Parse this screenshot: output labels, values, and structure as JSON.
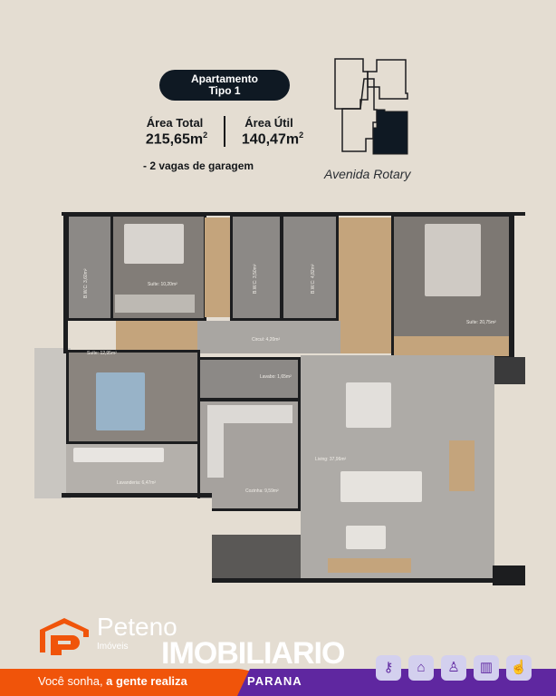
{
  "header": {
    "badge_line1": "Apartamento",
    "badge_line2": "Tipo 1",
    "area_total_label": "Área Total",
    "area_total_value": "215,65m",
    "area_util_label": "Área Útil",
    "area_util_value": "140,47m",
    "unit_sup": "2",
    "garage": "- 2 vagas de garagem",
    "street": "Avenida Rotary"
  },
  "rooms": {
    "bwc1": "B.W.C: 3,60m²",
    "suite1": "Suíte: 10,20m²",
    "bwc2": "B.W.C: 3,50m²",
    "bwc3": "B.W.C: 4,82m²",
    "suite_master": "Suíte: 20,75m²",
    "circul": "Circul: 4,20m²",
    "suite2": "Suíte: 12,95m²",
    "lavabo": "Lavabo: 1,65m²",
    "lavanderia": "Lavanderia: 6,47m²",
    "cozinha": "Cozinha: 9,59m²",
    "living": "Living: 37,96m²"
  },
  "footer": {
    "brand": "Peteno",
    "brand_sub": "Imóveis",
    "slogan_regular": "Você sonha, ",
    "slogan_bold": "a gente realiza",
    "imobiliario": "IMOBILIARIO",
    "region": "PARANA"
  },
  "icons": [
    "key-icon",
    "home-icon",
    "user-icon",
    "building-icon",
    "hand-icon"
  ],
  "colors": {
    "dark": "#0f1923",
    "orange": "#f0540a",
    "purple": "#5f27a0",
    "background": "#e4ddd2"
  }
}
